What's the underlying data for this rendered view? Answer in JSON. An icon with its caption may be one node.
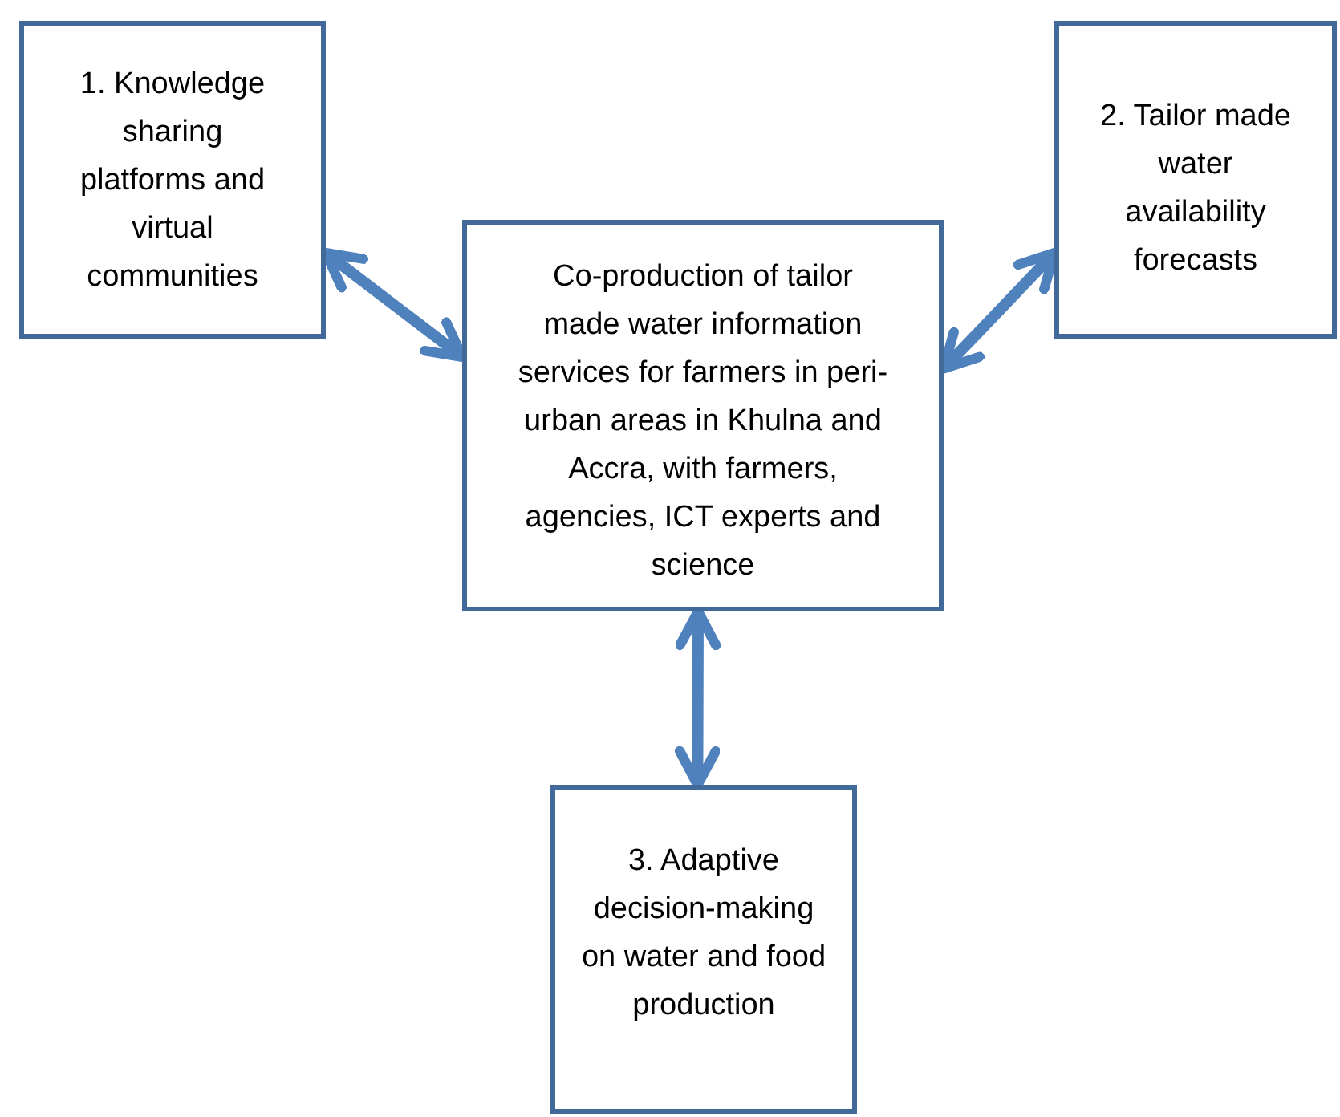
{
  "diagram": {
    "nodes": [
      {
        "text": [
          "1. Knowledge sharing platforms and virtual communities"
        ]
      },
      {
        "text": [
          "Co-production of tailor made water information services for farmers in peri-urban areas in Khulna and Accra, with farmers, agencies, ICT experts and science"
        ]
      },
      {
        "text": [
          "2. Tailor made water availability forecasts"
        ]
      },
      {
        "text": [
          "3. Adaptive decision-making on water and food production"
        ]
      }
    ],
    "edges": [
      {
        "from": 0,
        "to": 1,
        "arrow": "both"
      },
      {
        "from": 1,
        "to": 2,
        "arrow": "both"
      },
      {
        "from": 1,
        "to": 3,
        "arrow": "both"
      }
    ]
  }
}
